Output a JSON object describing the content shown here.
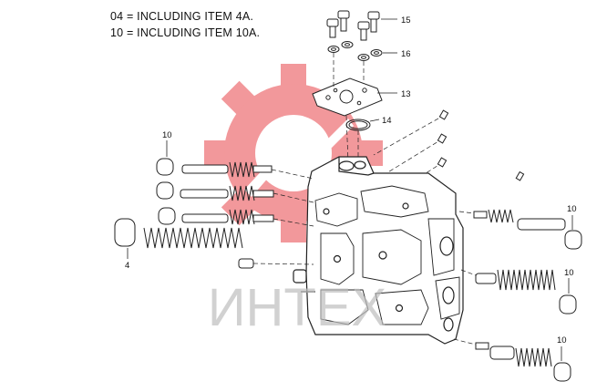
{
  "notes": {
    "line1": "04 = INCLUDING ITEM 4A.",
    "line2": "10 = INCLUDING ITEM 10A."
  },
  "callouts": {
    "c15": "15",
    "c16": "16",
    "c13": "13",
    "c14": "14",
    "c10_left": "10",
    "c4": "4",
    "c10_right_top": "10",
    "c10_right_mid": "10",
    "c10_right_bottom": "10"
  },
  "watermark": {
    "text": "ИНТЕХ",
    "color": "#e8444a"
  },
  "colors": {
    "line": "#222222",
    "watermark": "#e8444a",
    "watermark_text": "#cccccc"
  }
}
